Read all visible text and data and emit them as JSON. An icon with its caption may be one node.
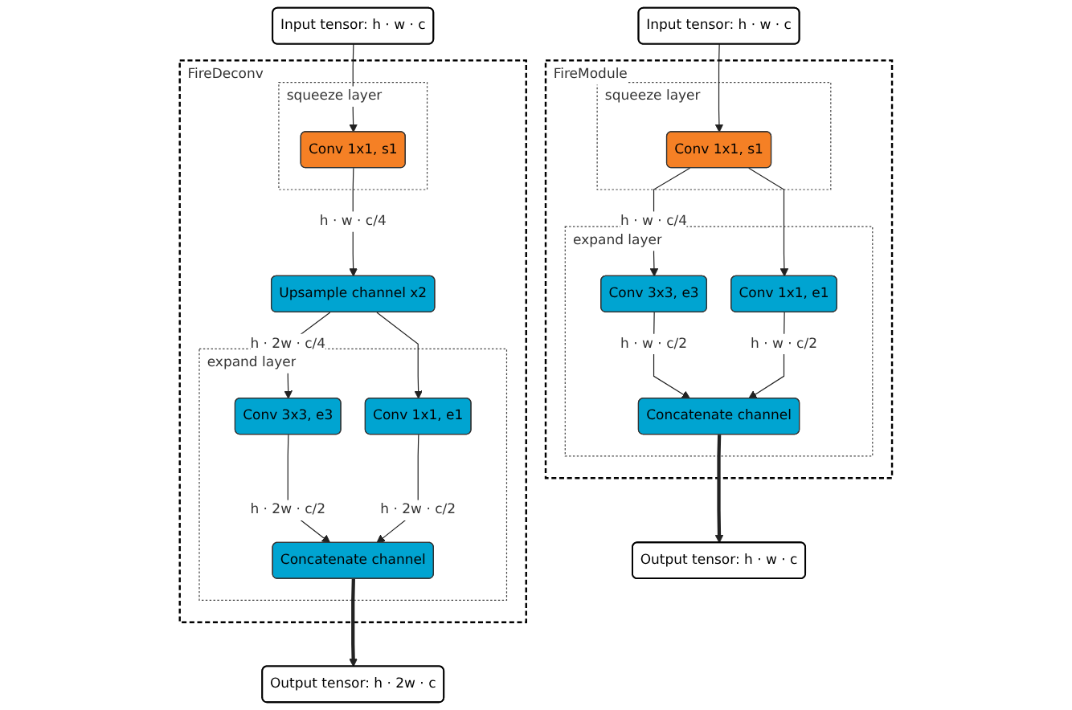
{
  "diagram": {
    "nodes": [
      {
        "text": [
          "Input tensor: h · w · c"
        ]
      },
      {
        "text": [
          "FireModule"
        ]
      },
      {
        "text": [
          "squeeze layer"
        ],
        "in": 1
      },
      {
        "text": [
          "Conv 1x1, s1"
        ],
        "in": 2
      },
      {
        "text": [
          "expand layer"
        ],
        "in": 1
      },
      {
        "text": [
          "Conv 3x3, e3"
        ],
        "in": 4
      },
      {
        "text": [
          "Conv 1x1, e1"
        ],
        "in": 4
      },
      {
        "text": [
          "Concatenate channel"
        ],
        "in": 4
      },
      {
        "text": [
          "Output tensor: h · w · c"
        ]
      },
      {
        "text": [
          "Input tensor: h · w · c"
        ]
      },
      {
        "text": [
          "FireDeconv"
        ]
      },
      {
        "text": [
          "squeeze layer"
        ],
        "in": 10
      },
      {
        "text": [
          "Conv 1x1, s1"
        ],
        "in": 11
      },
      {
        "text": [
          "Upsample channel x2"
        ],
        "in": 10
      },
      {
        "text": [
          "expand layer"
        ],
        "in": 10
      },
      {
        "text": [
          "Conv 3x3, e3"
        ],
        "in": 14
      },
      {
        "text": [
          "Conv 1x1, e1"
        ],
        "in": 14
      },
      {
        "text": [
          "Concatenate channel"
        ],
        "in": 14
      },
      {
        "text": [
          "Output tensor: h · 2w · c"
        ]
      }
    ],
    "edges": [
      {
        "from": 0,
        "to": 3,
        "arrow": "to"
      },
      {
        "from": 3,
        "to": 5,
        "arrow": "to",
        "label": "h · w · c/4"
      },
      {
        "from": 3,
        "to": 6,
        "arrow": "to"
      },
      {
        "from": 5,
        "to": 7,
        "arrow": "to",
        "label": "h · w · c/2"
      },
      {
        "from": 6,
        "to": 7,
        "arrow": "to",
        "label": "h · w · c/2"
      },
      {
        "from": 7,
        "to": 8,
        "arrow": "to",
        "style": "thick"
      },
      {
        "from": 9,
        "to": 12,
        "arrow": "to"
      },
      {
        "from": 12,
        "to": 13,
        "arrow": "to",
        "label": "h · w · c/4"
      },
      {
        "from": 13,
        "to": 15,
        "arrow": "to",
        "label": "h · 2w · c/4"
      },
      {
        "from": 13,
        "to": 16,
        "arrow": "to"
      },
      {
        "from": 15,
        "to": 17,
        "arrow": "to",
        "label": "h · 2w · c/2"
      },
      {
        "from": 16,
        "to": 17,
        "arrow": "to",
        "label": "h · 2w · c/2"
      },
      {
        "from": 17,
        "to": 18,
        "arrow": "to",
        "style": "thick"
      }
    ]
  }
}
